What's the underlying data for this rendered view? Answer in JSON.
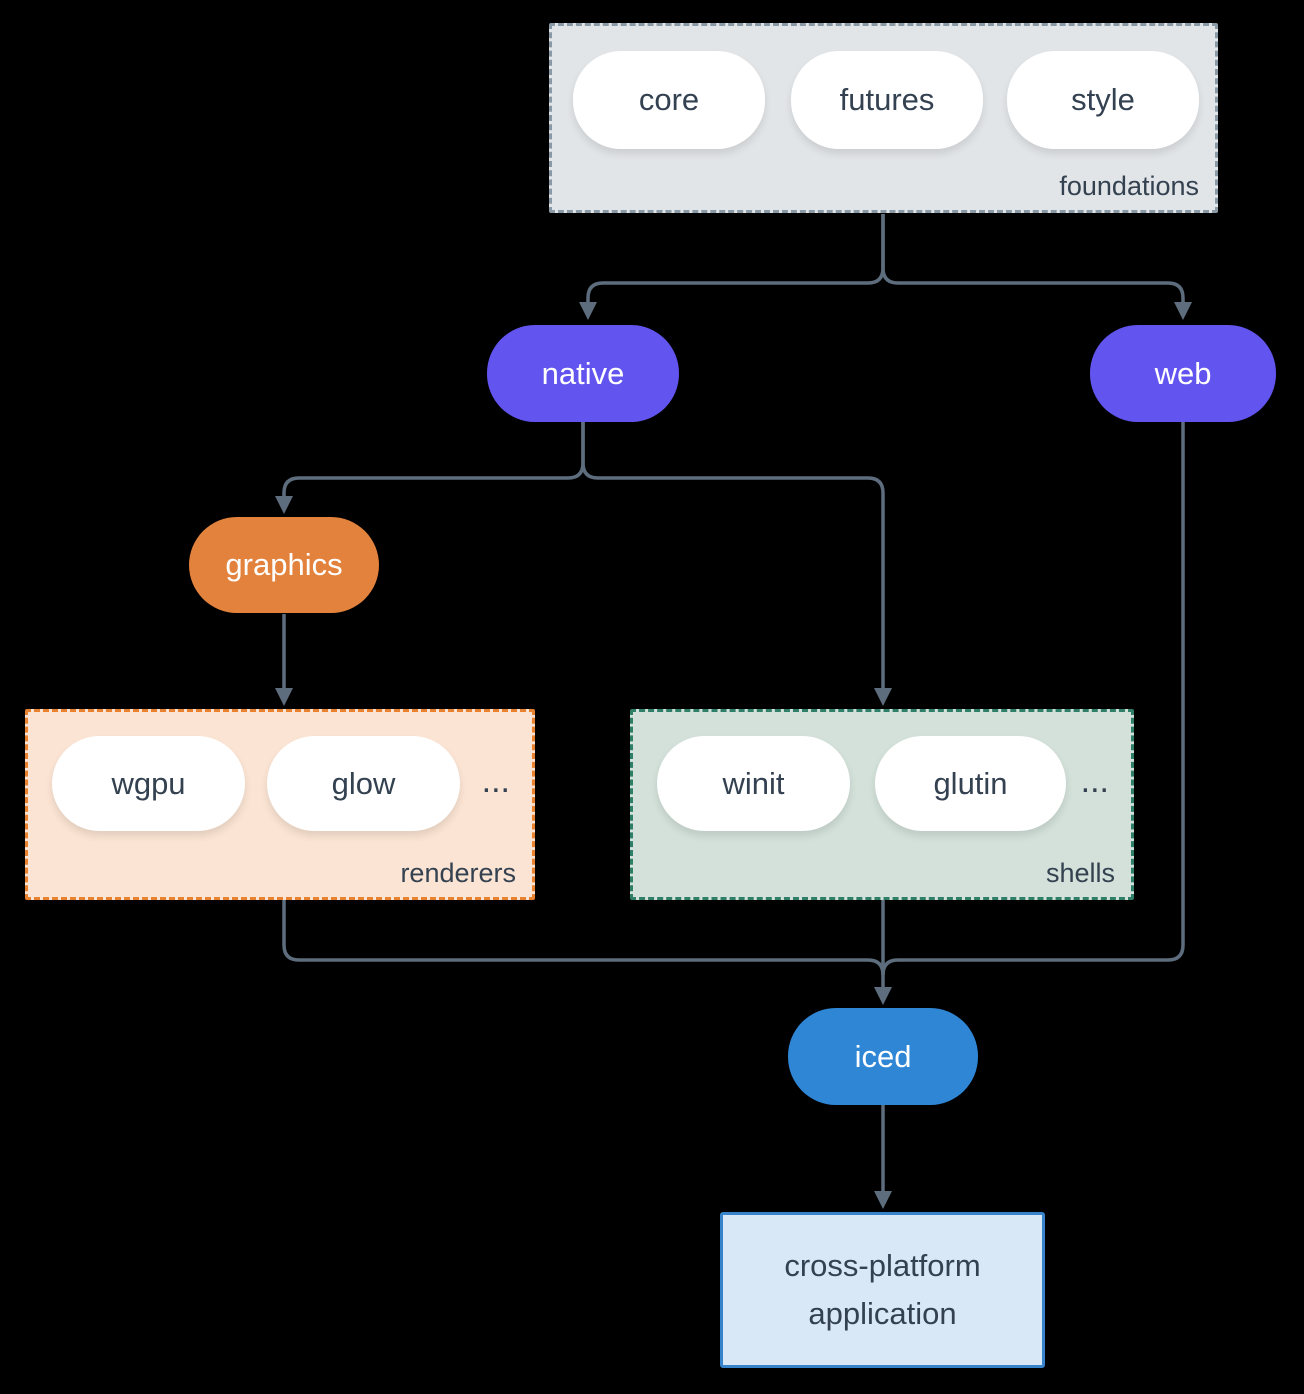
{
  "nodes": {
    "native": "native",
    "web": "web",
    "graphics": "graphics",
    "iced": "iced",
    "app": {
      "line1": "cross-platform",
      "line2": "application"
    }
  },
  "groups": {
    "foundations": {
      "label": "foundations",
      "items": [
        "core",
        "futures",
        "style"
      ]
    },
    "renderers": {
      "label": "renderers",
      "items": [
        "wgpu",
        "glow"
      ],
      "more": "..."
    },
    "shells": {
      "label": "shells",
      "items": [
        "winit",
        "glutin"
      ],
      "more": "..."
    }
  },
  "colors": {
    "purple": "#6254ee",
    "orange": "#e2823c",
    "blue": "#2e86d5",
    "arrow": "#5d6d7d",
    "text_dark": "#334150",
    "pill_white": "#ffffff",
    "foundations_fill": "#e2e5e8",
    "foundations_border": "#8a99a6",
    "renderers_fill": "#fbe4d3",
    "renderers_border": "#e8822e",
    "shells_fill": "#d3e1da",
    "shells_border": "#2e7e68",
    "app_fill": "#d9e8f7",
    "app_border": "#3884cc"
  }
}
